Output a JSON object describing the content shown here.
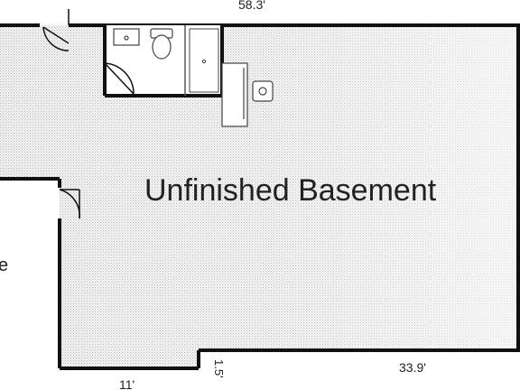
{
  "plan": {
    "room_label": "Unfinished Basement",
    "left_room_partial_label": "e",
    "dimensions": {
      "top_width": "58.3'",
      "bottom_right_width": "33.9'",
      "bottom_left_width": "11'",
      "step_height": "1.5'"
    }
  },
  "colors": {
    "wall": "#111111",
    "floor_pattern": "#bdbdbd",
    "floor_background": "#f2f2f2",
    "fixture": "#555555"
  },
  "icons": [
    "door-swing-icon",
    "sink-icon",
    "toilet-icon",
    "shower-icon",
    "appliance-icon"
  ]
}
